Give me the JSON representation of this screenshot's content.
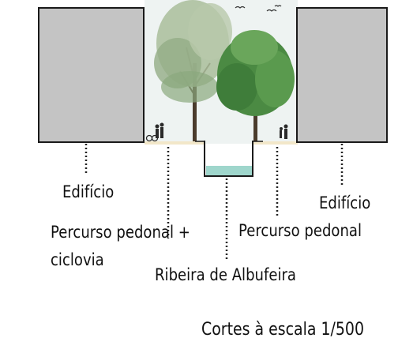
{
  "labels": {
    "building_left": "Edifício",
    "building_right": "Edifício",
    "path_left_line1": "Percurso pedonal +",
    "path_left_line2": "ciclovia",
    "path_right": "Percurso pedonal",
    "stream": "Ribeira de Albufeira",
    "scale": "Cortes à escala 1/500"
  },
  "colors": {
    "building_fill": "#c4c4c4",
    "building_stroke": "#1a1a1a",
    "water": "#9fd6cc",
    "ground": "#f2e7c9",
    "sky": "#eef3f2",
    "foliage_dark": "#3f7d3a",
    "foliage_light": "#9bb28c",
    "trunk": "#4a3b2c",
    "leader": "#222222"
  },
  "icons": {
    "people": "silhouette-people-icon",
    "birds": "bird-icon",
    "cyclist": "cyclist-icon"
  }
}
